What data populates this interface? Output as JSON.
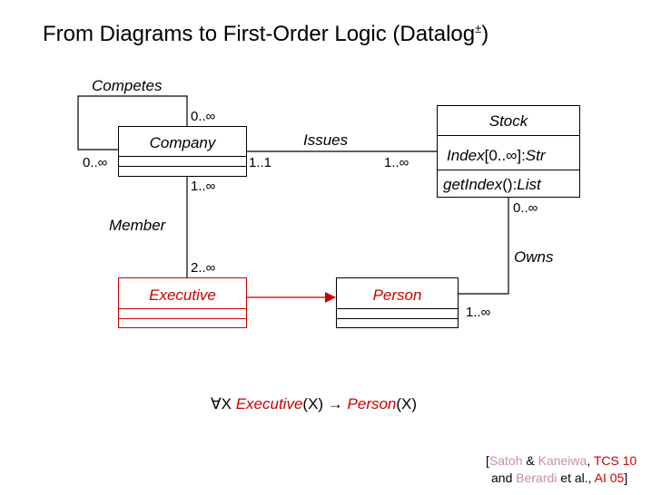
{
  "title": {
    "text": "From Diagrams to First-Order Logic (Datalog",
    "sup": "±",
    "close": ")"
  },
  "classes": {
    "company": {
      "name": "Company"
    },
    "stock": {
      "name": "Stock",
      "attribute": {
        "name": "Index",
        "range": "[0..∞]",
        "type": "Str"
      },
      "operation": {
        "name": "getIndex",
        "parens": "()",
        "type": "List"
      }
    },
    "executive": {
      "name": "Executive"
    },
    "person": {
      "name": "Person"
    }
  },
  "associations": {
    "competes": {
      "label": "Competes",
      "mult_top": "0..∞",
      "mult_left": "0..∞"
    },
    "issues": {
      "label": "Issues",
      "mult_company": "1..1",
      "mult_stock": "1..∞"
    },
    "member": {
      "label": "Member",
      "mult_company": "1..∞",
      "mult_executive": "2..∞"
    },
    "owns": {
      "label": "Owns",
      "mult_stock": "0..∞",
      "mult_person": "1..∞"
    }
  },
  "formula": {
    "quant": "∀X ",
    "lhs": "Executive",
    "lhs_arg": "(X) ",
    "arrow": "→",
    "rhs": " Person",
    "rhs_arg": "(X)"
  },
  "citation": {
    "line1": [
      "[",
      "Satoh",
      " & ",
      "Kaneiwa",
      ", ",
      "TCS 10"
    ],
    "line2": [
      "and ",
      "Berardi",
      " et al., ",
      "AI 05",
      "]"
    ]
  }
}
